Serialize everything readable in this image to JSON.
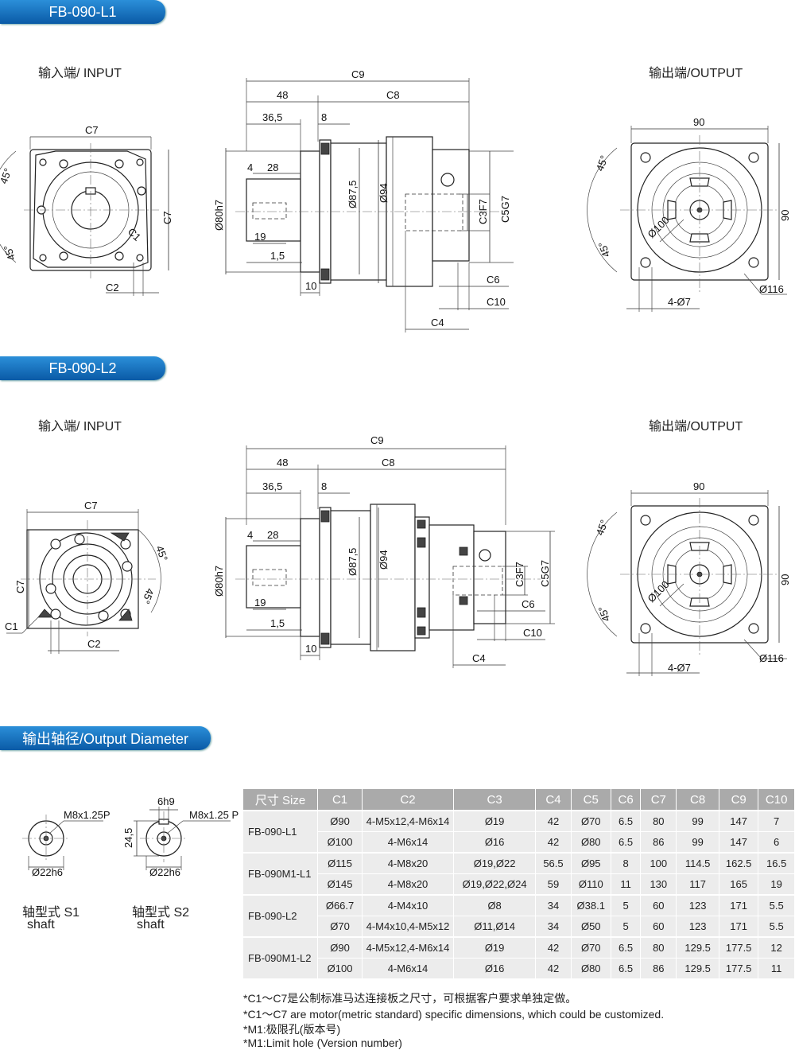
{
  "sections": {
    "l1_title": "FB-090-L1",
    "l2_title": "FB-090-L2",
    "shaft_title": "输出轴径/Output Diameter"
  },
  "labels": {
    "input": "输入端/ INPUT",
    "output": "输出端/OUTPUT"
  },
  "dims": {
    "c1": "C1",
    "c2": "C2",
    "c3f7": "C3F7",
    "c4": "C4",
    "c5g7": "C5G7",
    "c6": "C6",
    "c7": "C7",
    "c8": "C8",
    "c9": "C9",
    "c10": "C10",
    "d48": "48",
    "d36_5": "36,5",
    "d8": "8",
    "d4": "4",
    "d28": "28",
    "d19": "19",
    "d1_5": "1,5",
    "d10": "10",
    "d80": "Ø80h7",
    "d87_5": "Ø87,5",
    "d94": "Ø94",
    "d45": "45°",
    "d90": "90",
    "d100": "Ø100",
    "d116": "Ø116",
    "d4x7": "4-Ø7"
  },
  "shafts": {
    "s1_thread": "M8x1.25P",
    "s1_dia": "Ø22h6",
    "s1_name": "轴型式 S1",
    "s1_sub": "shaft",
    "s2_key": "6h9",
    "s2_height": "24,5",
    "s2_thread": "M8x1.25 P",
    "s2_dia": "Ø22h6",
    "s2_name": "轴型式 S2",
    "s2_sub": "shaft"
  },
  "table": {
    "headers": [
      "尺寸 Size",
      "C1",
      "C2",
      "C3",
      "C4",
      "C5",
      "C6",
      "C7",
      "C8",
      "C9",
      "C10"
    ],
    "groups": [
      {
        "model": "FB-090-L1",
        "rows": [
          [
            "Ø90",
            "4-M5x12,4-M6x14",
            "Ø19",
            "42",
            "Ø70",
            "6.5",
            "80",
            "99",
            "147",
            "7"
          ],
          [
            "Ø100",
            "4-M6x14",
            "Ø16",
            "42",
            "Ø80",
            "6.5",
            "86",
            "99",
            "147",
            "6"
          ]
        ]
      },
      {
        "model": "FB-090M1-L1",
        "rows": [
          [
            "Ø115",
            "4-M8x20",
            "Ø19,Ø22",
            "56.5",
            "Ø95",
            "8",
            "100",
            "114.5",
            "162.5",
            "16.5"
          ],
          [
            "Ø145",
            "4-M8x20",
            "Ø19,Ø22,Ø24",
            "59",
            "Ø110",
            "11",
            "130",
            "117",
            "165",
            "19"
          ]
        ]
      },
      {
        "model": "FB-090-L2",
        "rows": [
          [
            "Ø66.7",
            "4-M4x10",
            "Ø8",
            "34",
            "Ø38.1",
            "5",
            "60",
            "123",
            "171",
            "5.5"
          ],
          [
            "Ø70",
            "4-M4x10,4-M5x12",
            "Ø11,Ø14",
            "34",
            "Ø50",
            "5",
            "60",
            "123",
            "171",
            "5.5"
          ]
        ]
      },
      {
        "model": "FB-090M1-L2",
        "rows": [
          [
            "Ø90",
            "4-M5x12,4-M6x14",
            "Ø19",
            "42",
            "Ø70",
            "6.5",
            "80",
            "129.5",
            "177.5",
            "12"
          ],
          [
            "Ø100",
            "4-M6x14",
            "Ø16",
            "42",
            "Ø80",
            "6.5",
            "86",
            "129.5",
            "177.5",
            "11"
          ]
        ]
      }
    ]
  },
  "notes": [
    "*C1～C7是公制标准马达连接板之尺寸，可根据客户要求单独定做。",
    "*C1～C7 are motor(metric standard) specific dimensions, which could be customized.",
    "*M1:极限孔(版本号)",
    "*M1:Limit hole (Version number)"
  ],
  "colors": {
    "tab_top": "#2b8fd9",
    "tab_bottom": "#0a5aa6",
    "table_header": "#aaaaaa",
    "table_row": "#ececec"
  }
}
